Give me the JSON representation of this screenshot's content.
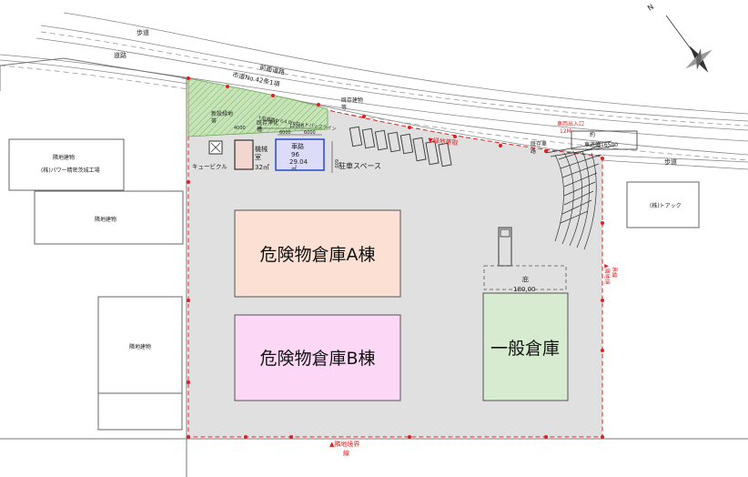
{
  "labels": {
    "hodo_top": "歩道",
    "doro": "道路",
    "zenmen_doro": "前面道路",
    "shido": "市道No.42条1項",
    "kison_tatemono_1": "既存建物",
    "kison_tatemono_2": "等",
    "shinsetsu_ryokuchi_1": "新設緑地",
    "shinsetsu_ryokuchi_2": "帯",
    "seizou_line": "↑旧道路から4.0mセットバックライン",
    "kison_jouka_1": "既存浄化",
    "kison_jouka_2": "槽",
    "dim_4000": "4000",
    "dim_12000": "12000",
    "dim_6000a": "6000",
    "dim_6000b": "6000",
    "dim_600": "600",
    "cubicle": "キュービクル",
    "kikai_1": "機械",
    "kikai_2": "室",
    "kikai_area": "32㎡",
    "shako_1": "車路",
    "shako_2": "96",
    "shako_3": "29.04",
    "shako_4": "㎡",
    "chusha": "駐車スペース",
    "kiryokuchi": "▼緑地帯取",
    "kisonsharo_1": "既存車",
    "kisonsharo_2": "路",
    "shutsunyuu_1": "車両出入口",
    "shutsunyuu_2": "12M",
    "yaku": "約",
    "mae_16500": "車道幅16500",
    "hodo_right": "歩道",
    "rinchi_left": "隣地建物",
    "power": "(株)パワー精密茨城工場",
    "rinchi_mid": "隣地建物",
    "rinchi_low": "隣地建物",
    "toaku": "(株)トアック",
    "soko_a": "危険物倉庫A棟",
    "soko_b": "危険物倉庫B棟",
    "ippan": "一般倉庫",
    "hisashi_1": "庇",
    "hisashi_2": "180,00",
    "kyokai_bottom_1": "▲隣地境界",
    "kyokai_bottom_2": "線",
    "kyokai_right_1": "▲隣地境",
    "kyokai_right_2": "界線",
    "north": "N"
  },
  "colors": {
    "site": "#e0e0e0",
    "boundary": "#e02020",
    "soko_a": "#fbe0d3",
    "soko_b": "#fcd8f6",
    "ippan": "#d7ebd0",
    "green_belt": "#c6e4b8",
    "kikai": "#f3d6ce",
    "shako": "#dcdcf8"
  }
}
